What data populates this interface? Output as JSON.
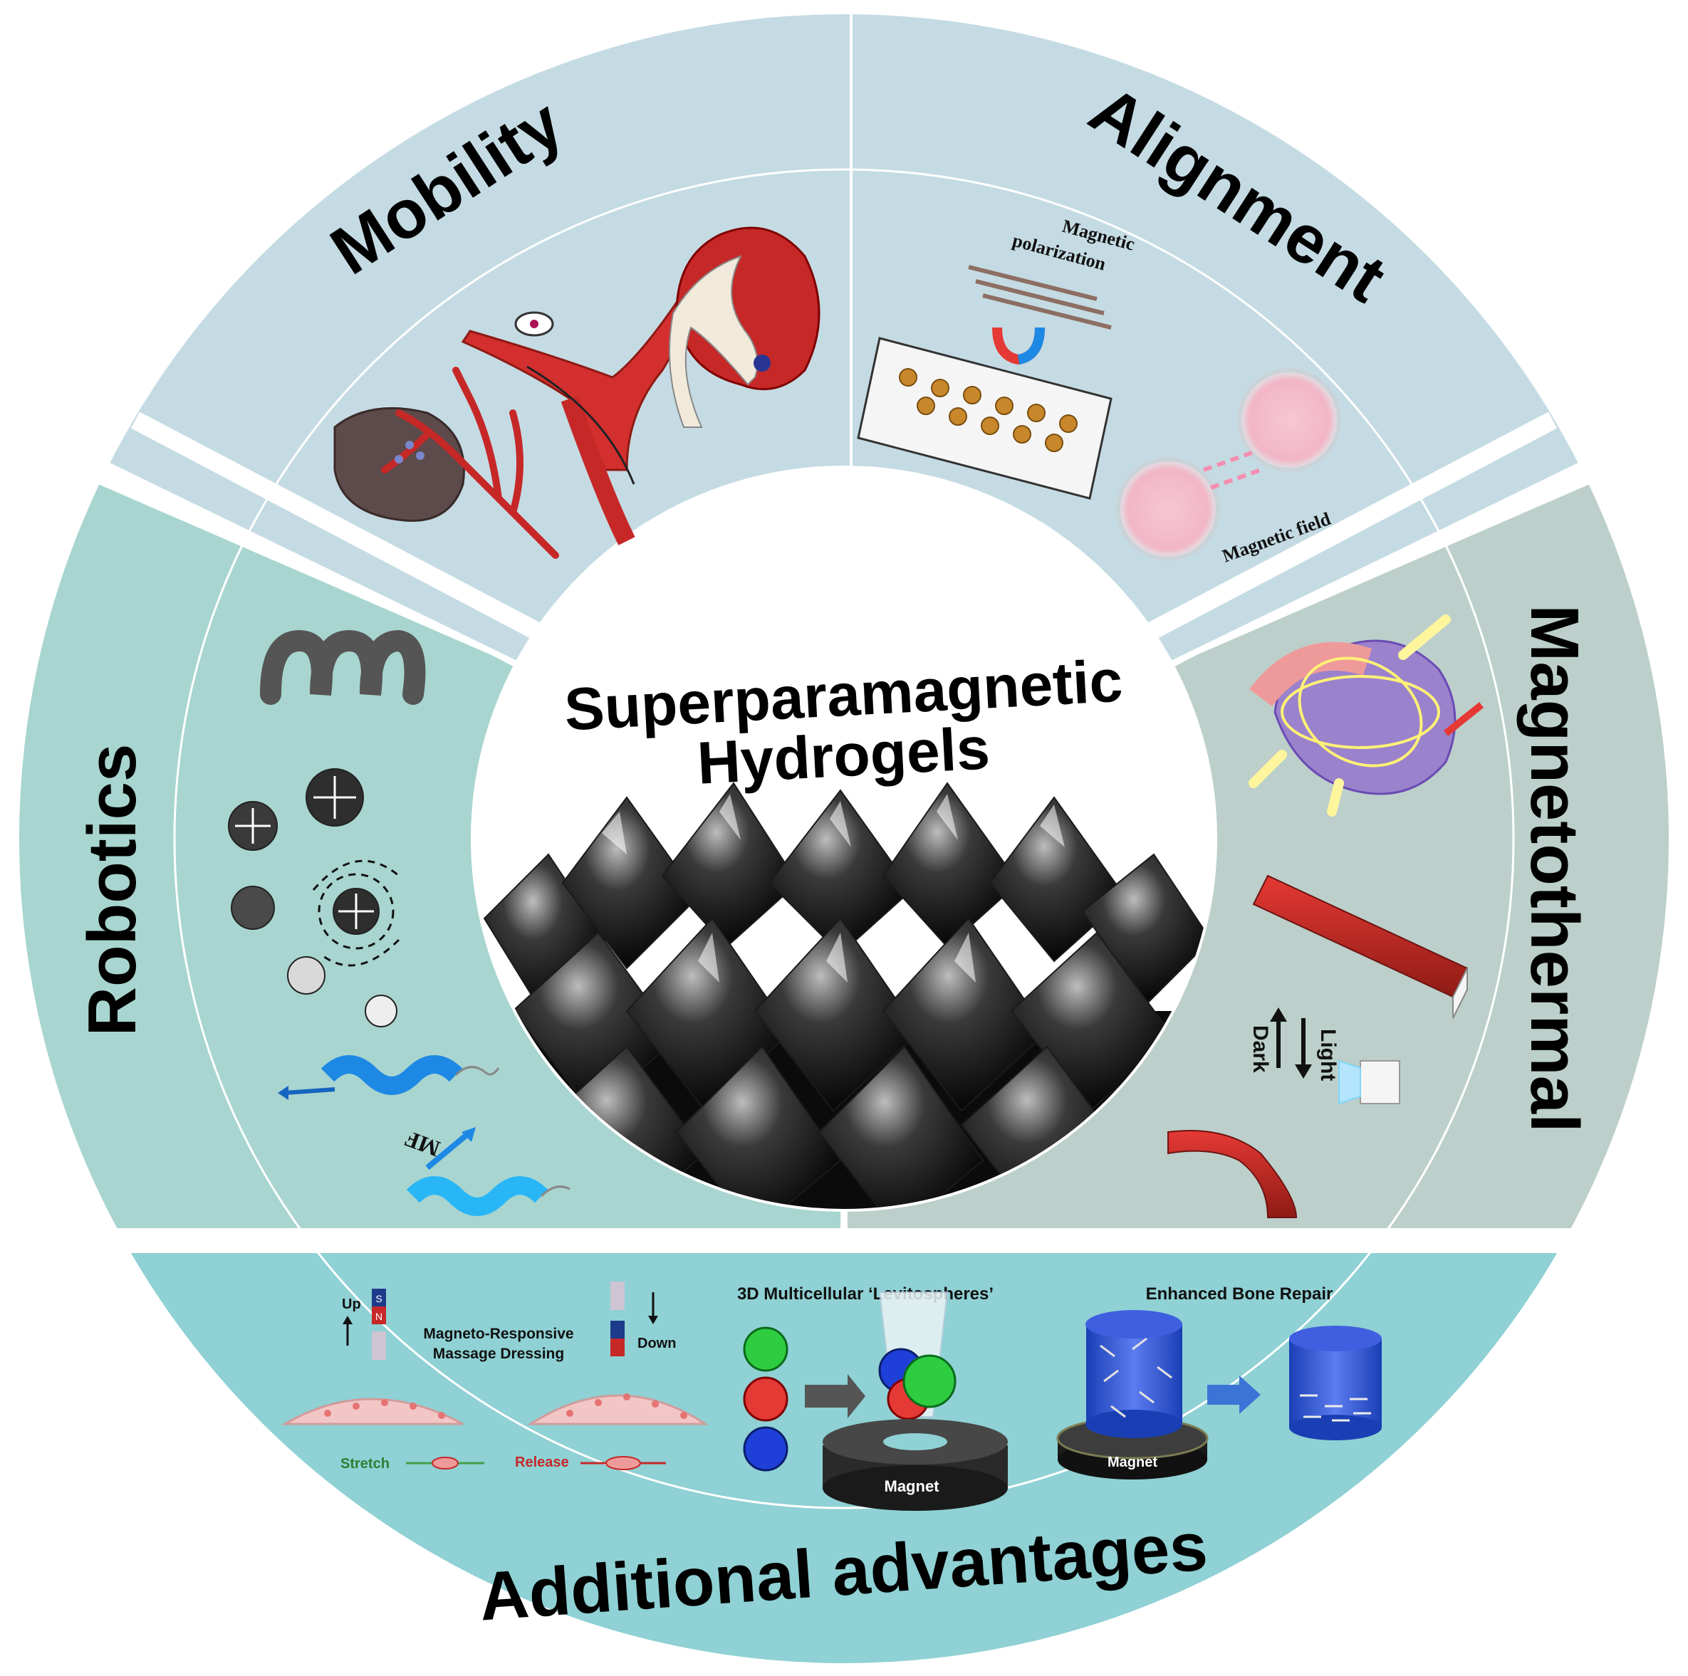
{
  "center": {
    "title_line1": "Superparamagnetic",
    "title_line2": "Hydrogels"
  },
  "sections": {
    "mobility": {
      "title": "Mobility"
    },
    "alignment": {
      "title": "Alignment",
      "label_polarization_1": "Magnetic",
      "label_polarization_2": "polarization",
      "label_field": "Magnetic field"
    },
    "robotics": {
      "title": "Robotics",
      "label_mf": "MF"
    },
    "magnetothermal": {
      "title": "Magnetothermal",
      "label_dark": "Dark",
      "label_light": "Light"
    },
    "additional": {
      "title": "Additional advantages",
      "massage_title_1": "Magneto-Responsive",
      "massage_title_2": "Massage Dressing",
      "label_up": "Up",
      "label_down": "Down",
      "label_stretch": "Stretch",
      "label_release": "Release",
      "magnet_S": "S",
      "magnet_N": "N",
      "levito_title": "3D Multicellular ‘Levitospheres’",
      "levito_magnet": "Magnet",
      "bone_title": "Enhanced Bone Repair",
      "bone_magnet": "Magnet"
    }
  },
  "colors": {
    "top_band": "#c5dbe3",
    "side_left": "#a8d5cf",
    "side_right": "#bccfcb",
    "bottom_band": "#8fd1d4",
    "divider": "#ffffff",
    "vessel_red": "#c62828",
    "magnet_red": "#c0392b",
    "spring_blue": "#1e88e5"
  }
}
